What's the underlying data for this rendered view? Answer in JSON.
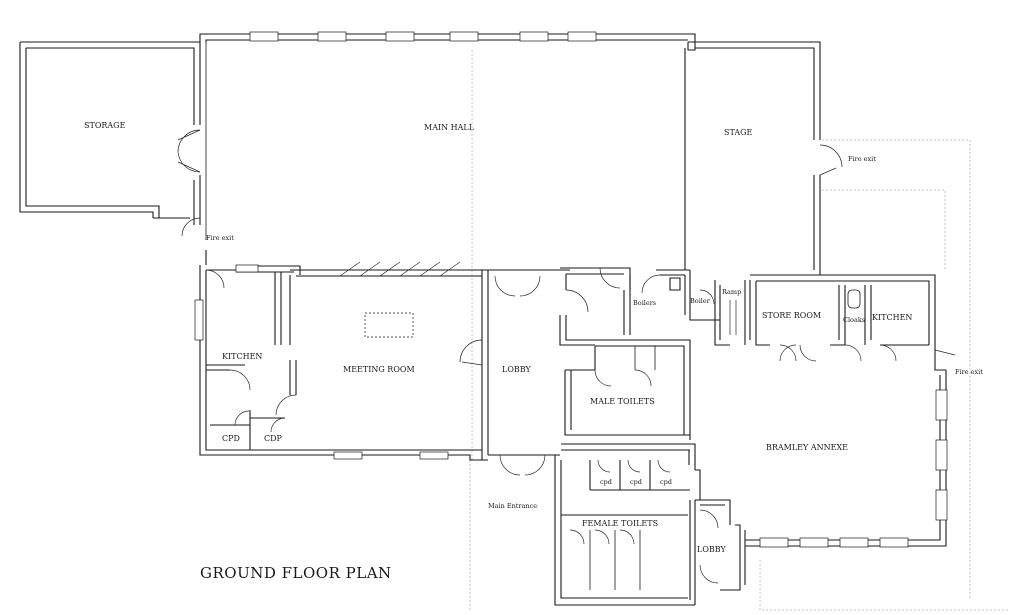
{
  "plan": {
    "title": "GROUND FLOOR PLAN",
    "rooms": {
      "storage": "STORAGE",
      "main_hall": "MAIN HALL",
      "stage": "STAGE",
      "fire_exit_stage": "Fire exit",
      "fire_exit_storage": "Fire exit",
      "fire_exit_annexe": "Fire exit",
      "kitchen": "KITCHEN",
      "meeting_room": "MEETING ROOM",
      "lobby": "LOBBY",
      "boilers": "Boilers",
      "boiler": "Boiler",
      "ramp": "Ramp",
      "store_room": "STORE ROOM",
      "cloaks": "Cloaks",
      "kitchen_annexe": "KITCHEN",
      "male_toilets": "MALE TOILETS",
      "bramley_annexe": "BRAMLEY ANNEXE",
      "cpd_1": "CPD",
      "cpd_2": "CDP",
      "cpd_a": "cpd",
      "cpd_b": "cpd",
      "cpd_c": "cpd",
      "main_entrance": "Main Entrance",
      "female_toilets": "FEMALE TOILETS",
      "lobby_small": "LOBBY"
    }
  }
}
